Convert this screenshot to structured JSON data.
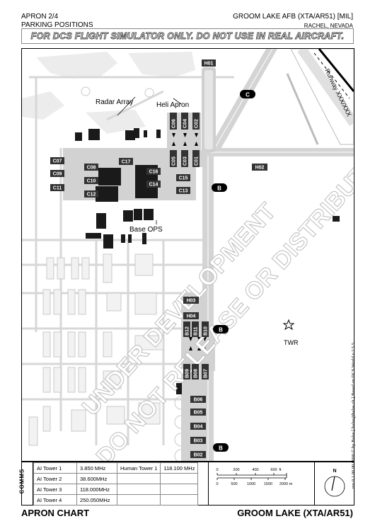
{
  "header": {
    "left_line1": "APRON 2/4",
    "left_line2": "PARKING POSITIONS",
    "right_line1": "GROOM LAKE AFB (XTA/AR51) [MIL]",
    "right_line2": "RACHEL, NEVADA"
  },
  "warning": "FOR DCS FLIGHT SIMULATOR ONLY. DO NOT USE IN REAL AIRCRAFT.",
  "watermark": {
    "line1": "UNDER DEVELOPMENT",
    "line2": "DO NOT RELEASE OR DISTRIBUTE"
  },
  "map": {
    "labels": {
      "radar_array": "Radar Array",
      "heli_apron": "Heli Apron",
      "base_ops": "Base OPS",
      "runway": "Runway XXX/XXX",
      "twr": "TWR"
    },
    "taxiways": [
      "C",
      "B",
      "B",
      "B"
    ],
    "heli_spot": "H01",
    "taxi_hold": "H02",
    "helipads": [
      "H03",
      "H04"
    ],
    "vertical_spots": [
      "C06",
      "C04",
      "C02",
      "C05",
      "C03",
      "C01"
    ],
    "apron_spots": [
      "C07",
      "C08",
      "C09",
      "C10",
      "C11",
      "C12",
      "C17",
      "C16",
      "C15",
      "C14",
      "C13"
    ],
    "b_spots_top": [
      "B12",
      "B11",
      "B10"
    ],
    "b_spots_bottom": [
      "B09",
      "B08",
      "B07"
    ],
    "b_stack": [
      "B06",
      "B05",
      "B04",
      "B03",
      "B02"
    ]
  },
  "comms": {
    "label": "COMMS",
    "rows": [
      [
        "AI Tower 1",
        "3.850 MHz",
        "Human Tower 1",
        "118.100 MHz"
      ],
      [
        "AI Tower 2",
        "38.600MHz",
        "",
        ""
      ],
      [
        "AI Tower 3",
        "118.000MHz",
        "",
        ""
      ],
      [
        "AI Tower 4",
        "250.050MHz",
        "",
        ""
      ]
    ]
  },
  "scale": {
    "feet_label": "ft",
    "feet_ticks": [
      "0",
      "200",
      "400",
      "600"
    ],
    "meters_label": "m",
    "meters_ticks": [
      "0",
      "500",
      "1000",
      "1500",
      "2000"
    ]
  },
  "north": "N",
  "footer": {
    "left": "APRON CHART",
    "right": "GROOM LAKE (XTA/AR51)"
  },
  "side_note": "rev 0.1  00.00.0000  © by Balse [ balse@balse.ch ]  Based on DCS World v.2.5.5"
}
